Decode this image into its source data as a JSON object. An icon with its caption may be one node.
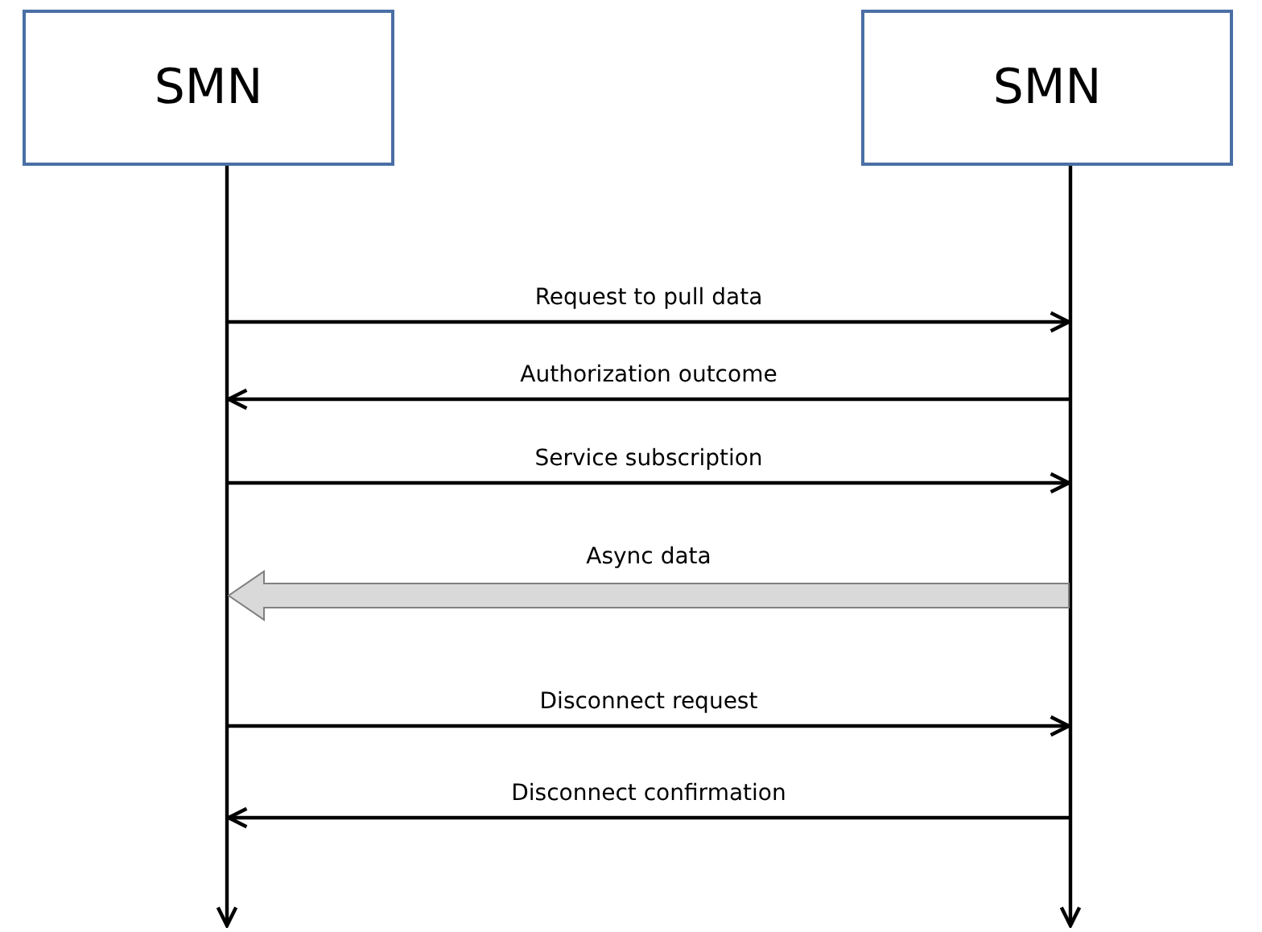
{
  "diagram": {
    "nodes": [
      {
        "text": [
          "SMN"
        ]
      },
      {
        "text": [
          "SMN"
        ]
      },
      {
        "text": [],
        "shape": "arrow"
      },
      {
        "text": [],
        "shape": "arrow"
      }
    ],
    "edges": [
      {
        "from": 2,
        "to": 3,
        "arrow": "to",
        "label": "Request to pull data"
      },
      {
        "from": 3,
        "to": 2,
        "arrow": "to",
        "label": "Authorization outcome"
      },
      {
        "from": 2,
        "to": 3,
        "arrow": "to",
        "label": "Service subscription"
      },
      {
        "from": 3,
        "to": 2,
        "arrow": "to",
        "label": "Async data",
        "style": "thick",
        "color": "#d9d9d9"
      },
      {
        "from": 2,
        "to": 3,
        "arrow": "to",
        "label": "Disconnect request"
      },
      {
        "from": 3,
        "to": 2,
        "arrow": "to",
        "label": "Disconnect confirmation"
      }
    ]
  }
}
